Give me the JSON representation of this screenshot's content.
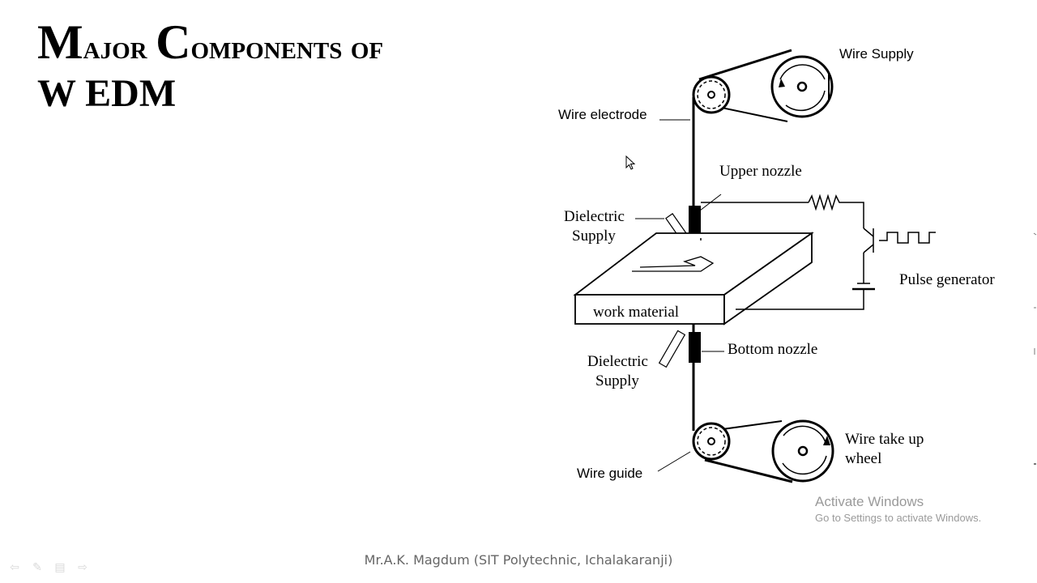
{
  "slide": {
    "title_line1_part1_cap": "M",
    "title_line1_part1_rest": "ajor ",
    "title_line1_part2_cap": "C",
    "title_line1_part2_rest": "omponents of",
    "title_line2": "W EDM"
  },
  "diagram": {
    "labels": {
      "wire_supply": "Wire Supply",
      "wire_electrode": "Wire electrode",
      "upper_nozzle": "Upper nozzle",
      "dielectric_supply_top_1": "Dielectric",
      "dielectric_supply_top_2": "Supply",
      "pulse_generator": "Pulse generator",
      "work_material": "work material",
      "bottom_nozzle": "Bottom nozzle",
      "dielectric_supply_bottom_1": "Dielectric",
      "dielectric_supply_bottom_2": "Supply",
      "wire_take_up_1": "Wire take up",
      "wire_take_up_2": "wheel",
      "wire_guide": "Wire guide"
    }
  },
  "watermark": {
    "title": "Activate Windows",
    "subtitle": "Go to Settings to activate Windows."
  },
  "footer": {
    "credit": "Mr.A.K. Magdum (SIT Polytechnic, Ichalakaranji)"
  },
  "nav": {
    "prev_icon": "previous-arrow-icon",
    "pen_icon": "pen-icon",
    "menu_icon": "slide-menu-icon",
    "next_icon": "next-arrow-icon"
  },
  "colors": {
    "title": "#000000",
    "footer": "#666666",
    "watermark": "#9a9a9a"
  }
}
